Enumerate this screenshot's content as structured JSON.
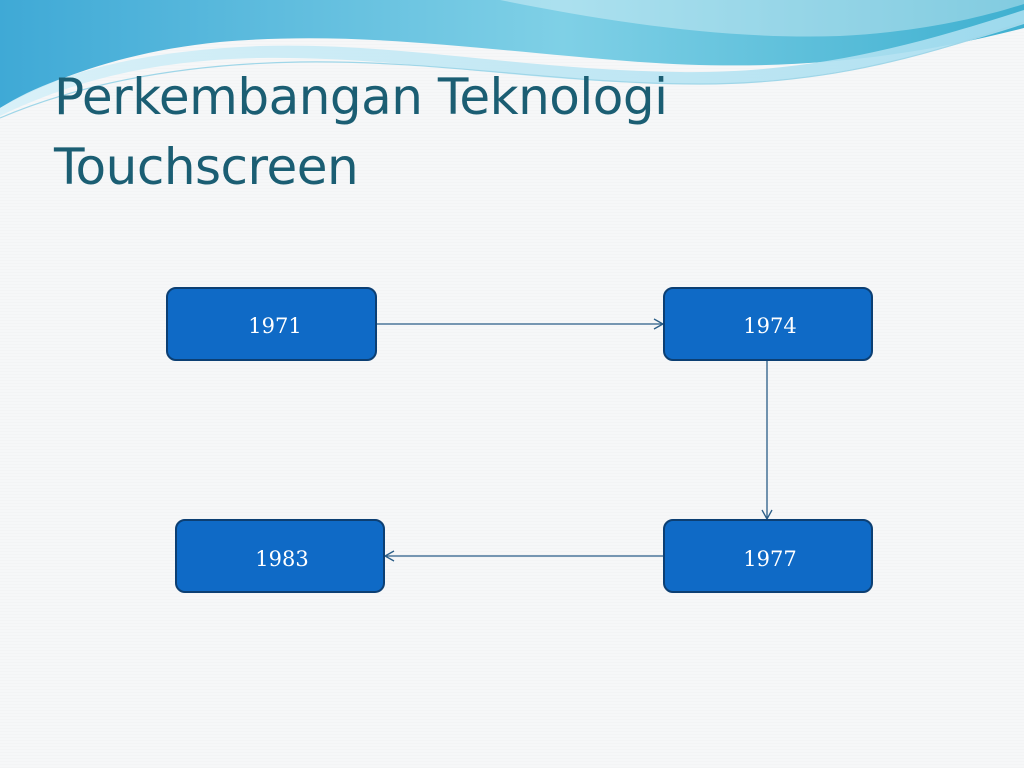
{
  "slide": {
    "title_line1": "Perkembangan Teknologi",
    "title_line2": "Touchscreen"
  },
  "diagram": {
    "nodes": [
      {
        "id": "1971",
        "label": "1971"
      },
      {
        "id": "1974",
        "label": "1974"
      },
      {
        "id": "1977",
        "label": "1977"
      },
      {
        "id": "1983",
        "label": "1983"
      }
    ],
    "edges": [
      {
        "from": "1971",
        "to": "1974"
      },
      {
        "from": "1974",
        "to": "1977"
      },
      {
        "from": "1977",
        "to": "1983"
      }
    ]
  },
  "colors": {
    "title": "#1b5e73",
    "node_fill": "#0f6ac6",
    "node_border": "#0c3f73",
    "connector": "#2a5d87",
    "wave_primary": "#4fb6d8",
    "wave_light": "#bfe6f2"
  }
}
